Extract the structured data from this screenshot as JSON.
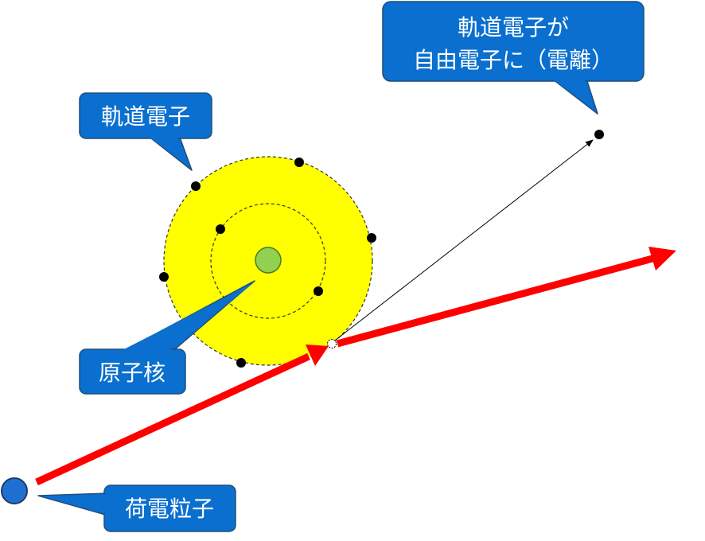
{
  "labels": {
    "orbital_electron": "軌道電子",
    "nucleus": "原子核",
    "charged_particle": "荷電粒子",
    "ionization_line1": "軌道電子が",
    "ionization_line2": "自由電子に（電離）"
  },
  "colors": {
    "callout_fill": "#0a6fcf",
    "callout_stroke": "#1f4e79",
    "atom_fill": "#ffff00",
    "nucleus_fill": "#92d050",
    "particle_fill": "#1f6fd0",
    "particle_path": "#ff0000",
    "electron": "#000000",
    "background": "#ffffff"
  }
}
